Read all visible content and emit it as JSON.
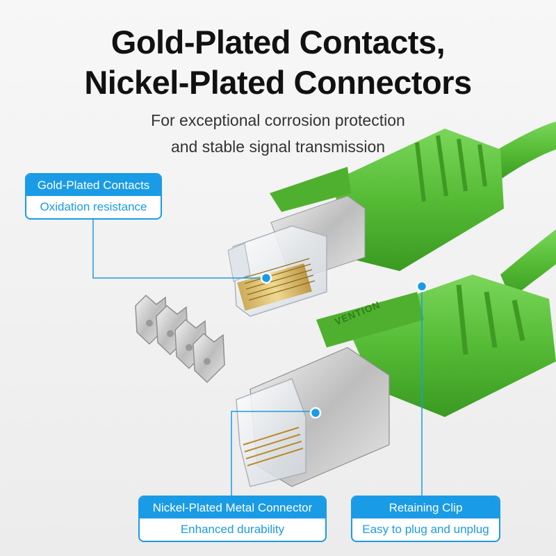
{
  "headline": {
    "line1": "Gold-Plated Contacts,",
    "line2": "Nickel-Plated Connectors"
  },
  "subhead": {
    "line1": "For exceptional corrosion protection",
    "line2": "and stable signal transmission"
  },
  "brand_text": "VENTION",
  "callouts": {
    "contacts": {
      "title": "Gold-Plated Contacts",
      "subtitle": "Oxidation resistance"
    },
    "connector": {
      "title": "Nickel-Plated Metal Connector",
      "subtitle": "Enhanced durability"
    },
    "clip": {
      "title": "Retaining Clip",
      "subtitle": "Easy to plug and unplug"
    }
  },
  "colors": {
    "accent": "#1a9be6",
    "cable_green": "#5cc43a",
    "headline": "#111111"
  }
}
